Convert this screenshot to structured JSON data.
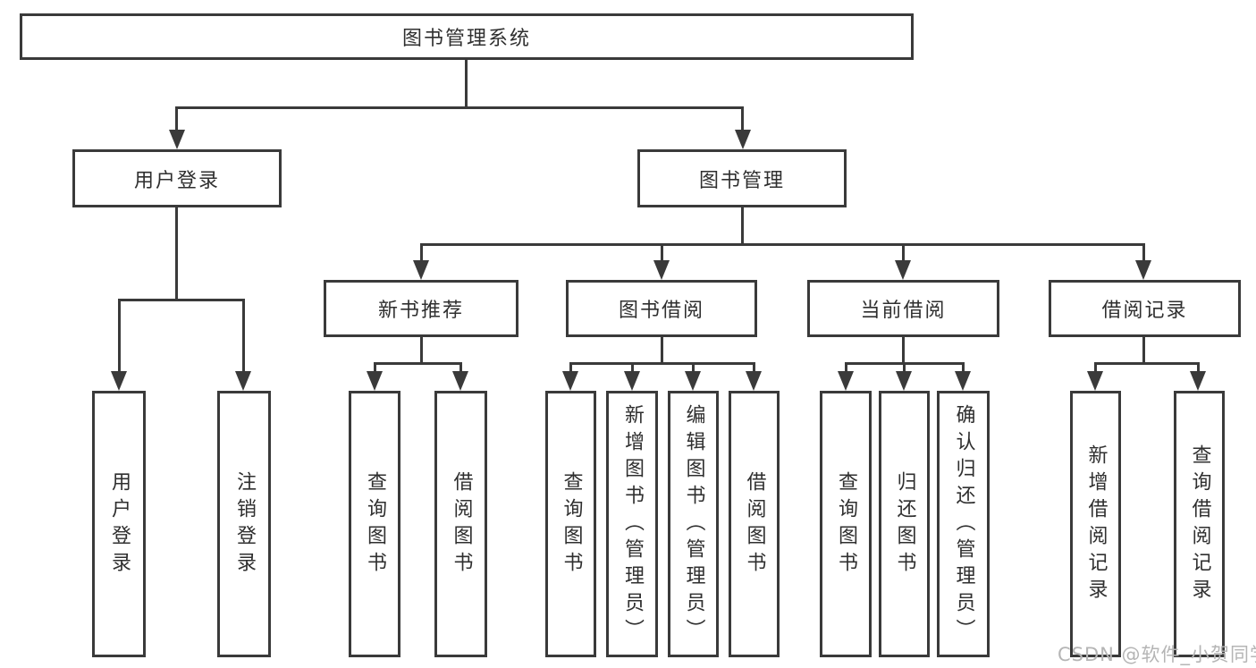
{
  "tree": {
    "root": "图书管理系统",
    "user_login": {
      "label": "用户登录",
      "children": [
        "用户登录",
        "注销登录"
      ]
    },
    "book_management": {
      "label": "图书管理"
    },
    "sections": [
      {
        "label": "新书推荐",
        "children": [
          "查询图书",
          "借阅图书"
        ]
      },
      {
        "label": "图书借阅",
        "children": [
          "查询图书",
          "新增图书（管理员）",
          "编辑图书（管理员）",
          "借阅图书"
        ]
      },
      {
        "label": "当前借阅",
        "children": [
          "查询图书",
          "归还图书",
          "确认归还（管理员）"
        ]
      },
      {
        "label": "借阅记录",
        "children": [
          "新增借阅记录",
          "查询借阅记录"
        ]
      }
    ]
  },
  "watermark": "CSDN @软件_小贺同学",
  "colors": {
    "line": "#3a3a3a",
    "text": "#2f2f2f",
    "watermark": "#b5b5b5",
    "background": "#ffffff"
  }
}
